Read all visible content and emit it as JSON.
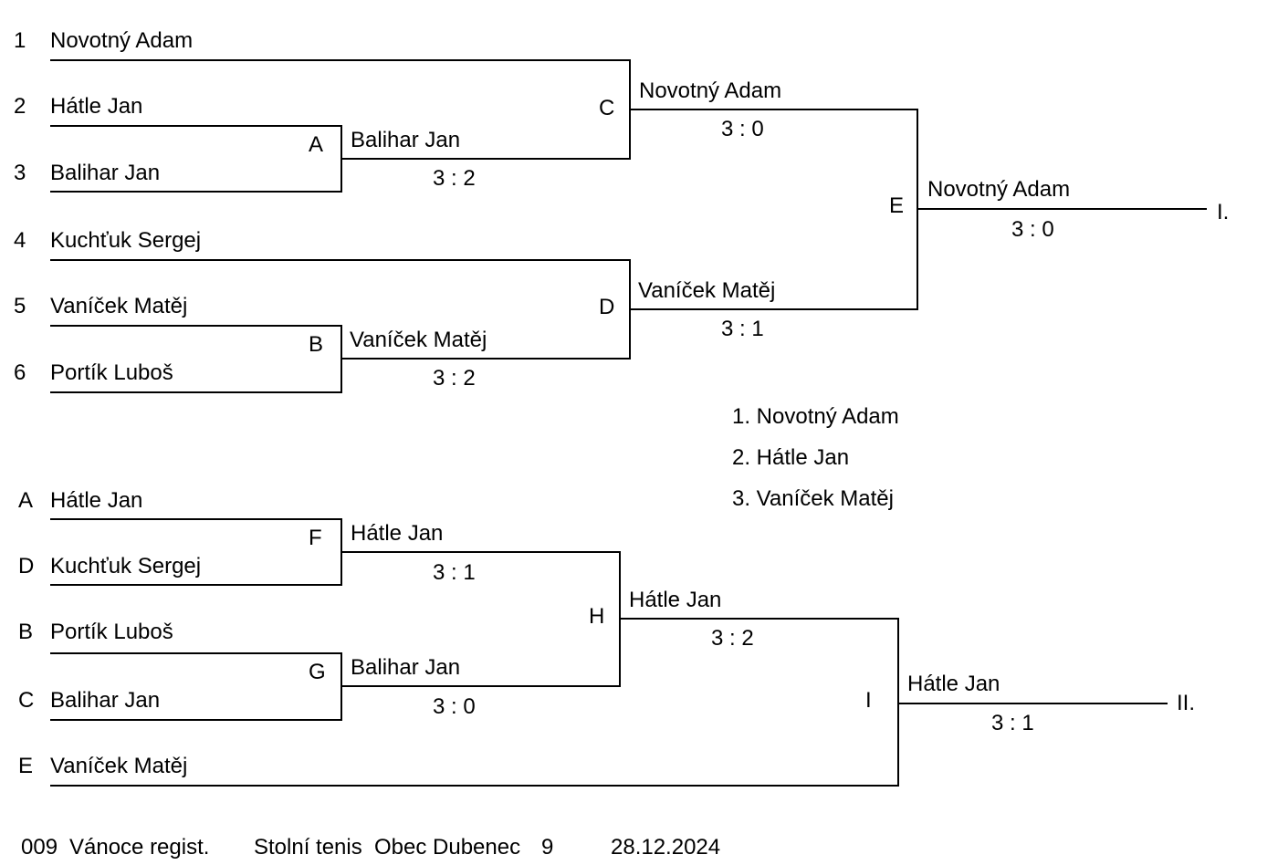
{
  "main_draw": {
    "seeds": [
      {
        "num": "1",
        "name": "Novotný Adam"
      },
      {
        "num": "2",
        "name": "Hátle Jan"
      },
      {
        "num": "3",
        "name": "Balihar Jan"
      },
      {
        "num": "4",
        "name": "Kuchťuk Sergej"
      },
      {
        "num": "5",
        "name": "Vaníček Matěj"
      },
      {
        "num": "6",
        "name": "Portík Luboš"
      }
    ],
    "matches": {
      "A": {
        "label": "A",
        "winner": "Balihar Jan",
        "score": "3 : 2"
      },
      "B": {
        "label": "B",
        "winner": "Vaníček Matěj",
        "score": "3 : 2"
      },
      "C": {
        "label": "C",
        "winner": "Novotný Adam",
        "score": "3 : 0"
      },
      "D": {
        "label": "D",
        "winner": "Vaníček Matěj",
        "score": "3 : 1"
      },
      "E": {
        "label": "E",
        "winner": "Novotný Adam",
        "score": "3 : 0"
      }
    },
    "place": "I."
  },
  "consolation_draw": {
    "entries": [
      {
        "from": "A",
        "name": "Hátle Jan"
      },
      {
        "from": "D",
        "name": "Kuchťuk Sergej"
      },
      {
        "from": "B",
        "name": "Portík Luboš"
      },
      {
        "from": "C",
        "name": "Balihar Jan"
      },
      {
        "from": "E",
        "name": "Vaníček Matěj"
      }
    ],
    "matches": {
      "F": {
        "label": "F",
        "winner": "Hátle Jan",
        "score": "3 : 1"
      },
      "G": {
        "label": "G",
        "winner": "Balihar Jan",
        "score": "3 : 0"
      },
      "H": {
        "label": "H",
        "winner": "Hátle Jan",
        "score": "3 : 2"
      },
      "I": {
        "label": "I",
        "winner": "Hátle Jan",
        "score": "3 : 1"
      }
    },
    "place": "II."
  },
  "standings": [
    "1. Novotný Adam",
    "2. Hátle Jan",
    "3. Vaníček Matěj"
  ],
  "footer": {
    "code": "009",
    "event": "Vánoce regist.",
    "sport": "Stolní tenis",
    "club": "Obec Dubenec",
    "number": "9",
    "date": "28.12.2024"
  }
}
